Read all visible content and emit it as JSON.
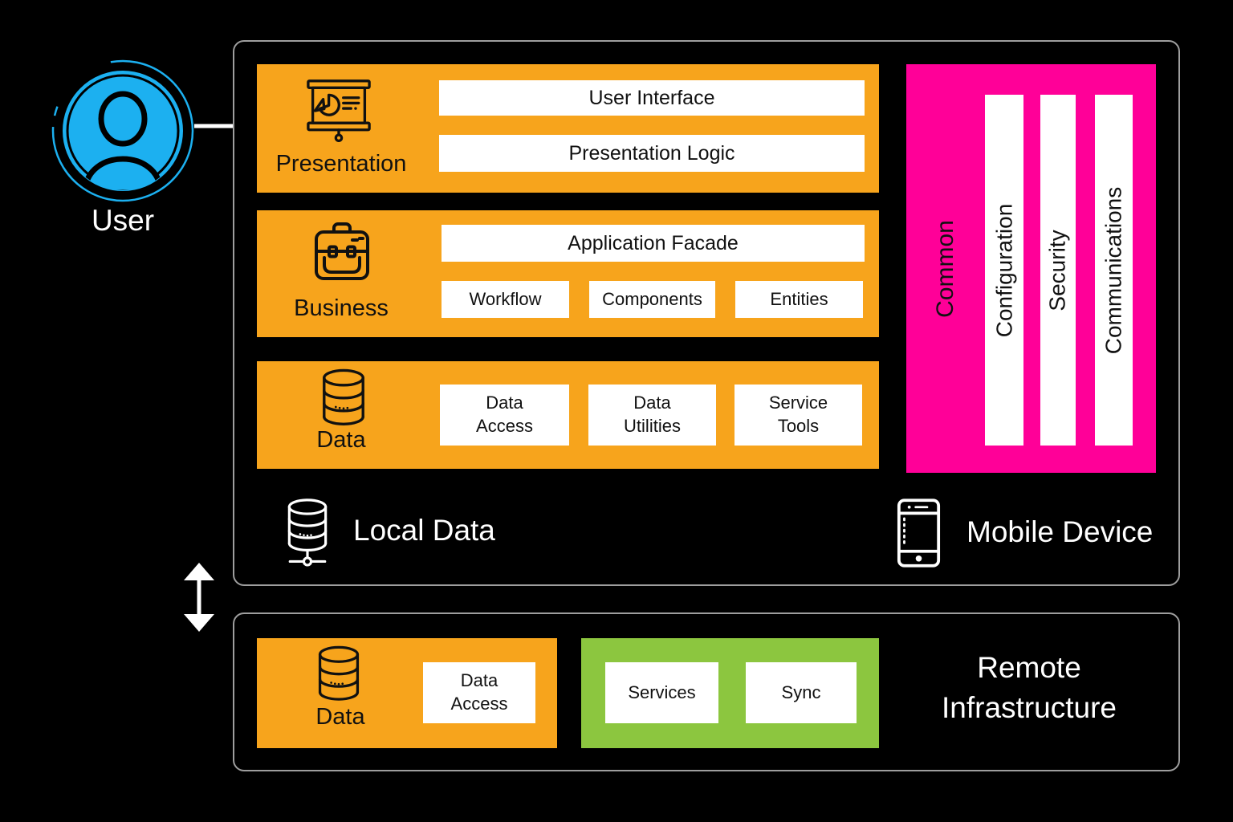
{
  "colors": {
    "background": "#000000",
    "orange": "#F7A41C",
    "pink": "#FF0098",
    "green": "#8CC63F",
    "blue": "#1CB0F0",
    "box_fill": "#FFFFFF",
    "text_dark": "#111111",
    "text_light": "#FFFFFF",
    "container_border": "#9E9E9E"
  },
  "user": {
    "label": "User"
  },
  "device": {
    "presentation": {
      "label": "Presentation",
      "wide_boxes": [
        "User Interface",
        "Presentation Logic"
      ]
    },
    "business": {
      "label": "Business",
      "wide_box": "Application Facade",
      "boxes": [
        "Workflow",
        "Components",
        "Entities"
      ]
    },
    "data": {
      "label": "Data",
      "boxes": [
        "Data Access",
        "Data Utilities",
        "Service Tools"
      ]
    },
    "common": {
      "label": "Common",
      "bars": [
        "Configuration",
        "Security",
        "Communications"
      ]
    },
    "local_data_label": "Local Data",
    "device_label": "Mobile Device"
  },
  "remote": {
    "data_label": "Data",
    "data_box": "Data Access",
    "green_boxes": [
      "Services",
      "Sync"
    ],
    "label_line1": "Remote",
    "label_line2": "Infrastructure"
  }
}
